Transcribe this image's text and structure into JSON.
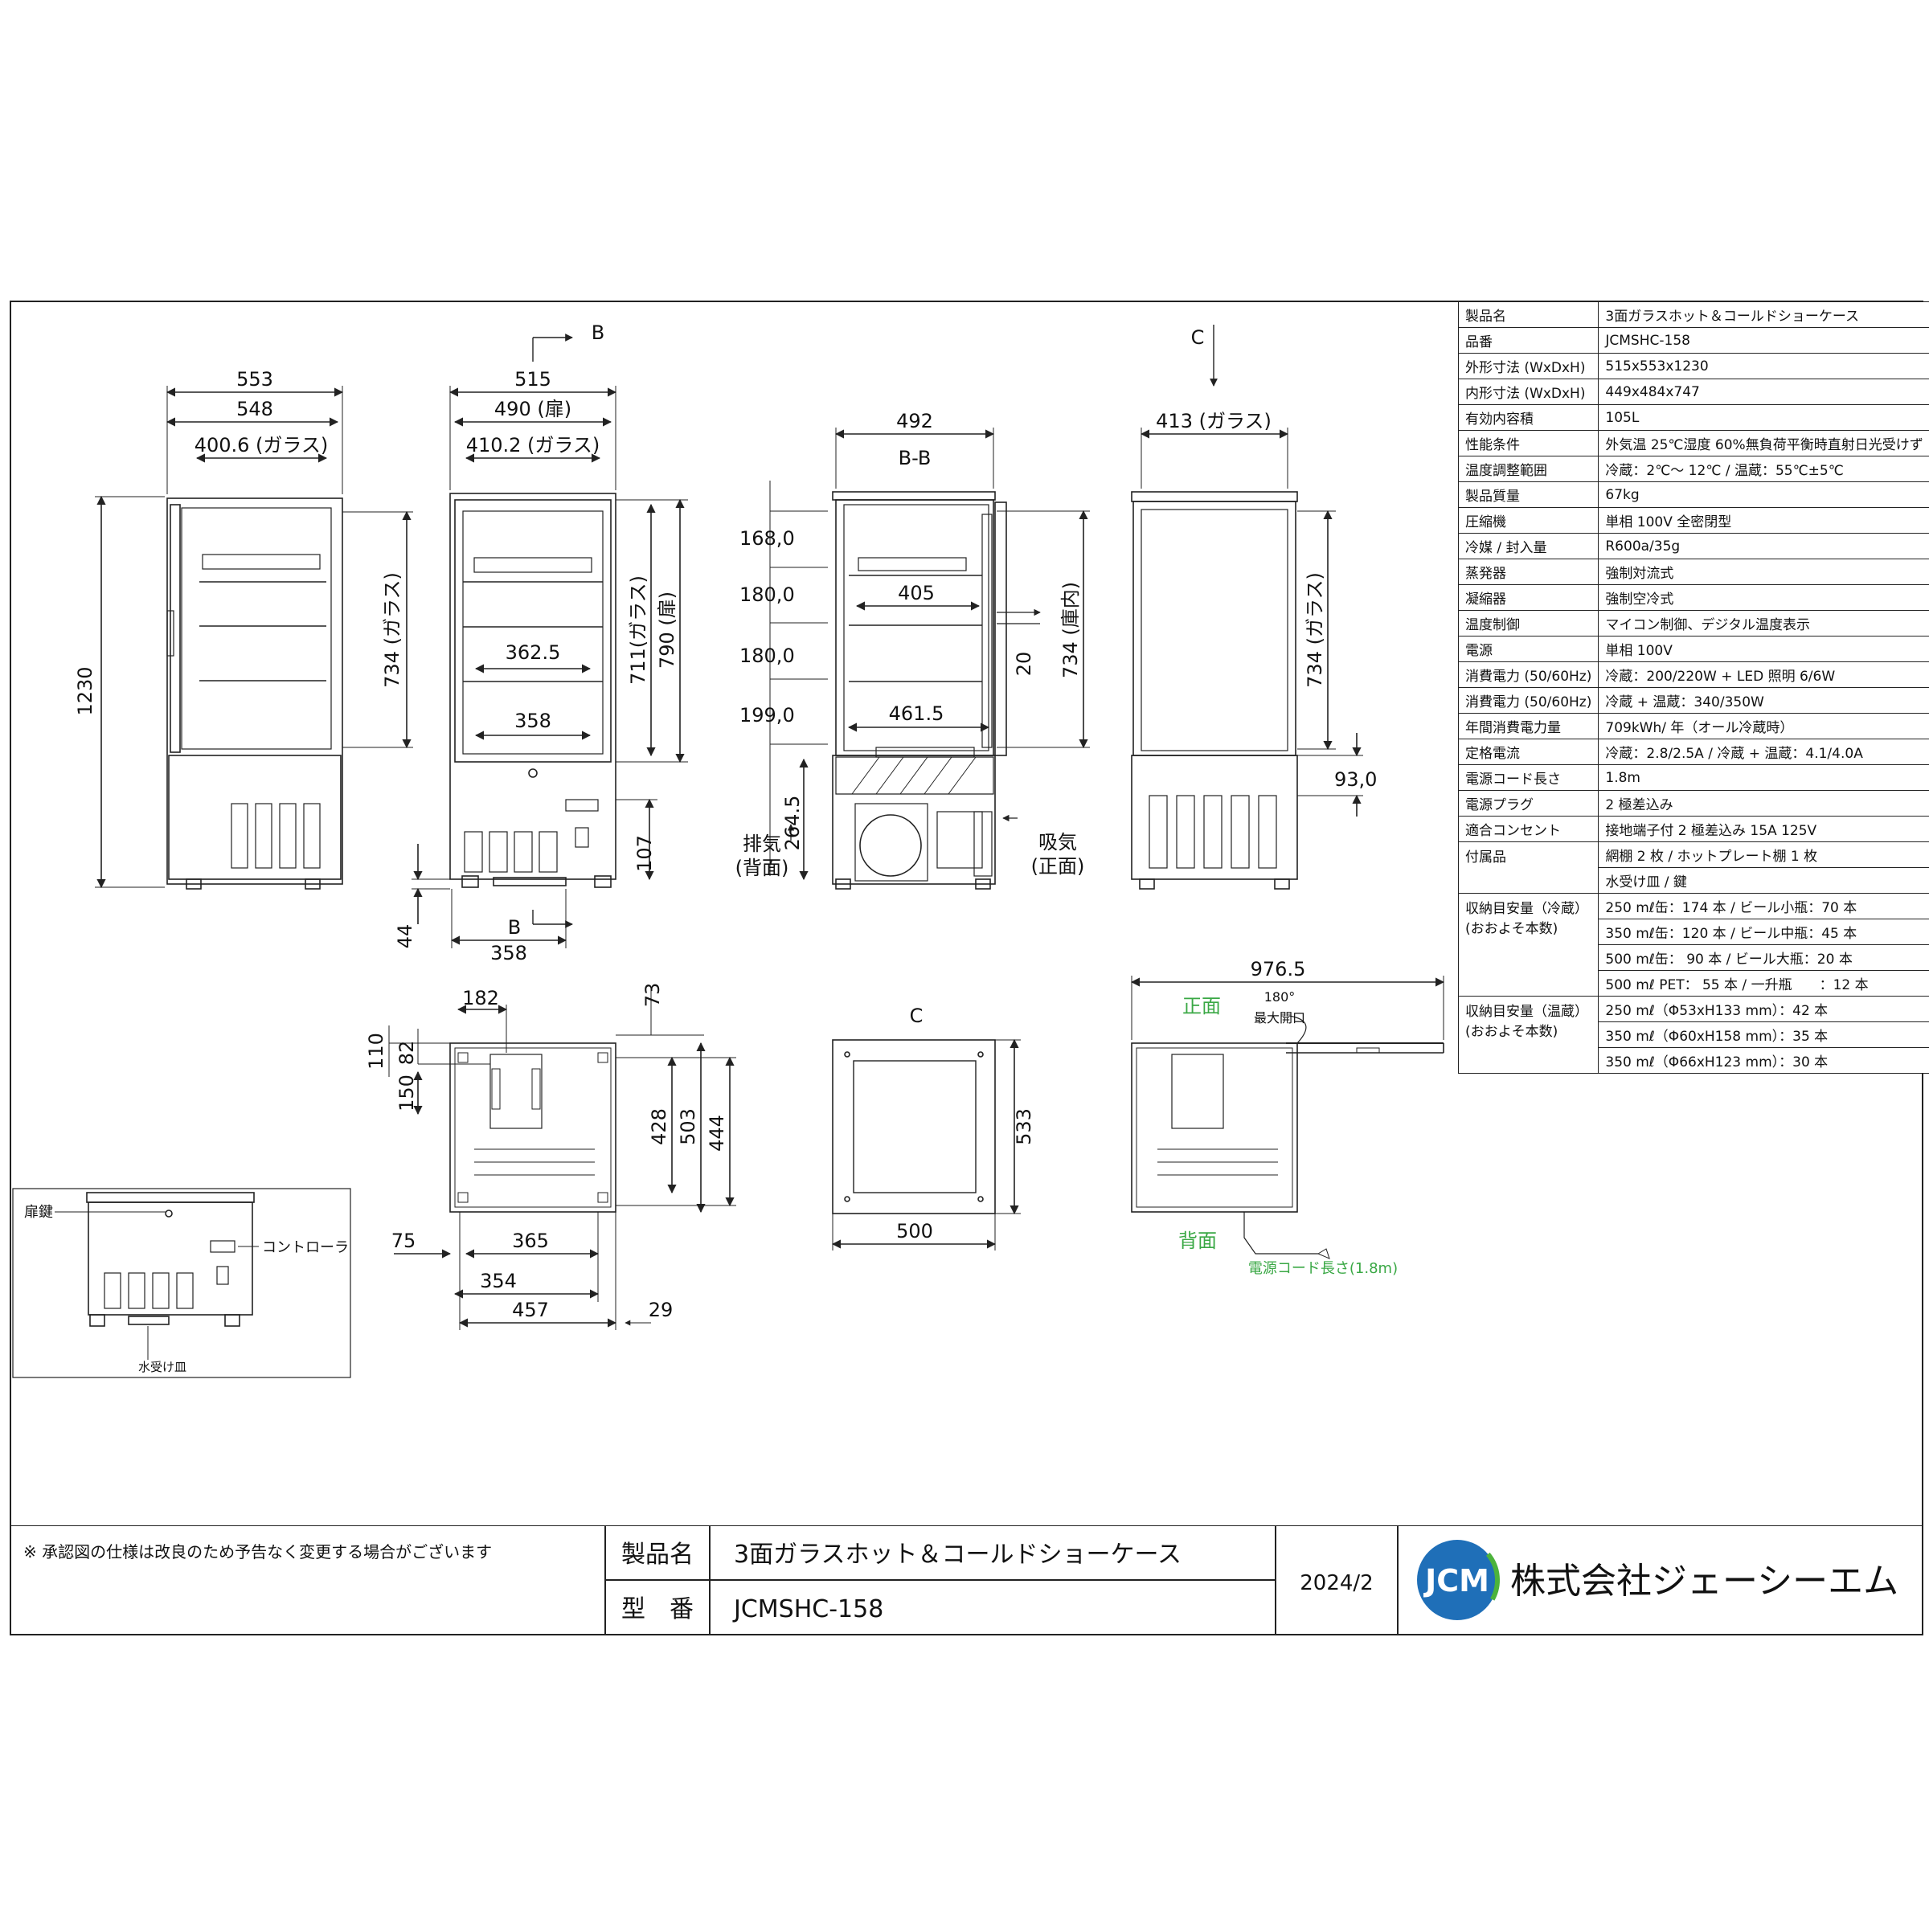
{
  "spec_rows": [
    {
      "label": "製品名",
      "value": "3面ガラスホット＆コールドショーケース"
    },
    {
      "label": "品番",
      "value": "JCMSHC-158"
    },
    {
      "label": "外形寸法 (WxDxH)",
      "value": "515x553x1230"
    },
    {
      "label": "内形寸法 (WxDxH)",
      "value": "449x484x747"
    },
    {
      "label": "有効内容積",
      "value": "105L"
    },
    {
      "label": "性能条件",
      "value": "外気温 25℃湿度 60%無負荷平衡時直射日光受けず"
    },
    {
      "label": "温度調整範囲",
      "value": "冷蔵：2℃～ 12℃ / 温蔵：55℃±5℃"
    },
    {
      "label": "製品質量",
      "value": "67kg"
    },
    {
      "label": "圧縮機",
      "value": "単相 100V 全密閉型"
    },
    {
      "label": "冷媒 / 封入量",
      "value": "R600a/35g"
    },
    {
      "label": "蒸発器",
      "value": "強制対流式"
    },
    {
      "label": "凝縮器",
      "value": "強制空冷式"
    },
    {
      "label": "温度制御",
      "value": "マイコン制御、デジタル温度表示"
    },
    {
      "label": "電源",
      "value": "単相 100V"
    },
    {
      "label": "消費電力 (50/60Hz)",
      "value": "冷蔵：200/220W + LED 照明 6/6W"
    },
    {
      "label": "消費電力 (50/60Hz)",
      "value": "冷蔵 + 温蔵：340/350W"
    },
    {
      "label": "年間消費電力量",
      "value": "709kWh/ 年（オール冷蔵時）"
    },
    {
      "label": "定格電流",
      "value": "冷蔵：2.8/2.5A / 冷蔵 + 温蔵：4.1/4.0A"
    },
    {
      "label": "電源コード長さ",
      "value": "1.8m"
    },
    {
      "label": "電源プラグ",
      "value": "2 極差込み"
    },
    {
      "label": "適合コンセント",
      "value": "接地端子付 2 極差込み 15A 125V"
    }
  ],
  "accessories": {
    "label": "付属品",
    "values": [
      "網棚 2 枚 / ホットプレート棚 1 枚",
      "水受け皿 / 鍵"
    ]
  },
  "storage_cold": {
    "label": "収納目安量（冷蔵）",
    "sub": "(おおよそ本数)",
    "values": [
      "250 mℓ缶：174 本 / ビール小瓶：70 本",
      "350 mℓ缶：120 本 / ビール中瓶：45 本",
      "500 mℓ缶： 90 本 / ビール大瓶：20 本",
      "500 mℓ PET： 55 本 / 一升瓶　　：12 本"
    ]
  },
  "storage_hot": {
    "label": "収納目安量（温蔵）",
    "sub": "(おおよそ本数)",
    "values": [
      "250 mℓ（Φ53xH133 mm）：42 本",
      "350 mℓ（Φ60xH158 mm）：35 本",
      "350 mℓ（Φ66xH123 mm）：30 本"
    ]
  },
  "title_block": {
    "note": "※ 承認図の仕様は改良のため予告なく変更する場合がございます",
    "product_label": "製品名",
    "product_value": "3面ガラスホット＆コールドショーケース",
    "model_label": "型　番",
    "model_value": "JCMSHC-158",
    "date": "2024/2",
    "logo": "JCM",
    "company": "株式会社ジェーシーエム"
  },
  "side_view": {
    "w_outer": "553",
    "w_inner": "548",
    "w_glass": "400.6 (ガラス)",
    "height": "1230",
    "glass_h": "734 (ガラス)"
  },
  "front_view": {
    "w": "515",
    "w_door": "490 (扉)",
    "w_glass": "410.2 (ガラス)",
    "shelf_w1": "362.5",
    "shelf_w2": "358",
    "glass_h": "711(ガラス)",
    "door_h": "790 (扉)",
    "base_h": "107",
    "leg_h": "44",
    "foot_w": "358",
    "section_mark": "B"
  },
  "section_view": {
    "title": "B-B",
    "w": "492",
    "s1": "168,0",
    "s2": "180,0",
    "s3": "180,0",
    "s4": "199,0",
    "shelf_w": "405",
    "bottom_w": "461.5",
    "gap": "20",
    "inner_h": "734 (庫内)",
    "base_h": "264.5",
    "exhaust": "排気",
    "exhaust_sub": "(背面)",
    "intake": "吸気",
    "intake_sub": "(正面)"
  },
  "back_view": {
    "section_mark": "C",
    "w_glass": "413 (ガラス)",
    "glass_h": "734 (ガラス)",
    "base_h": "93,0"
  },
  "bottom_view": {
    "d182": "182",
    "d73": "73",
    "d110": "110",
    "d82": "82",
    "d150": "150",
    "d428": "428",
    "d503": "503",
    "d444": "444",
    "d75": "75",
    "d365": "365",
    "d354": "354",
    "d457": "457",
    "d29": "29"
  },
  "top_view": {
    "title": "C",
    "depth": "533",
    "width": "500"
  },
  "door_view": {
    "span": "976.5",
    "front": "正面",
    "angle": "180°",
    "angle_sub": "最大開口",
    "back": "背面",
    "cord": "電源コード長さ(1.8m)"
  },
  "inset": {
    "key": "扉鍵",
    "controller": "コントローラ",
    "drain": "水受け皿"
  },
  "colors": {
    "line": "#222222",
    "green": "#3aa845",
    "logo_blue": "#1f6fb8",
    "logo_green": "#4cb33b"
  }
}
